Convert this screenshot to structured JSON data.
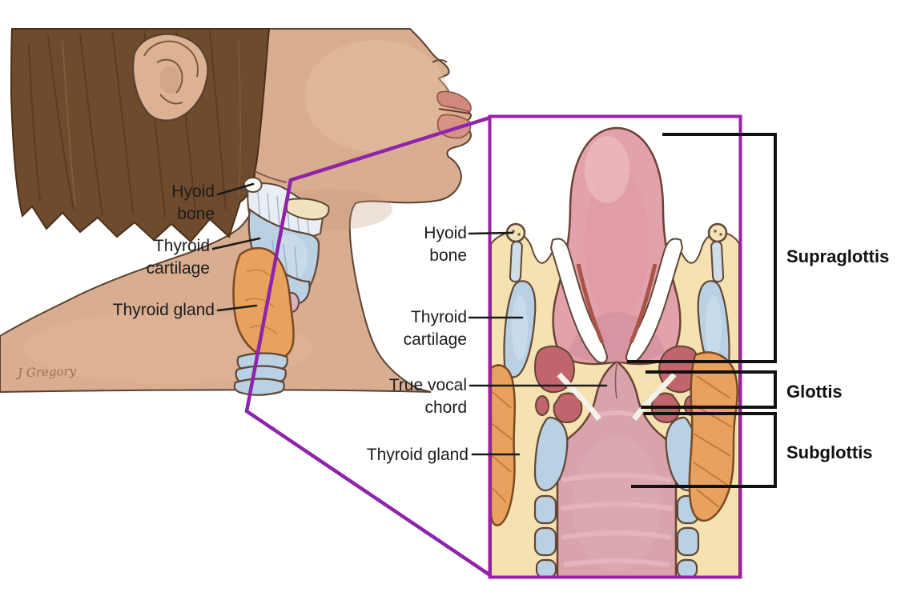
{
  "main_view": {
    "labels": {
      "hyoid_bone": {
        "lines": [
          "Hyoid",
          "bone"
        ]
      },
      "thyroid_cartilage": {
        "lines": [
          "Thyroid",
          "cartilage"
        ]
      },
      "thyroid_gland": {
        "lines": [
          "Thyroid gland"
        ]
      }
    },
    "signature": "J Gregory"
  },
  "inset_view": {
    "labels": {
      "hyoid_bone": {
        "lines": [
          "Hyoid",
          "bone"
        ]
      },
      "thyroid_cartilage": {
        "lines": [
          "Thyroid",
          "cartilage"
        ]
      },
      "true_vocal_chord": {
        "lines": [
          "True vocal",
          "chord"
        ]
      },
      "thyroid_gland": {
        "lines": [
          "Thyroid gland"
        ]
      }
    },
    "regions": {
      "supraglottis": "Supraglottis",
      "glottis": "Glottis",
      "subglottis": "Subglottis"
    }
  },
  "colors": {
    "inset_border": "#9c1fa8",
    "zoom_lines": "#8e24aa",
    "leader_lines": "#1a1a1a",
    "skin": "#d9ad90",
    "hair": "#6f4b2e",
    "cartilage_blue": "#b9d1e3",
    "gland_orange": "#e8a25e",
    "mucosa_pink": "#e3a2ab",
    "tissue_cream": "#f5e2b0",
    "muscle_red": "#c2646c",
    "trachea_pink": "#d8a3ab"
  }
}
